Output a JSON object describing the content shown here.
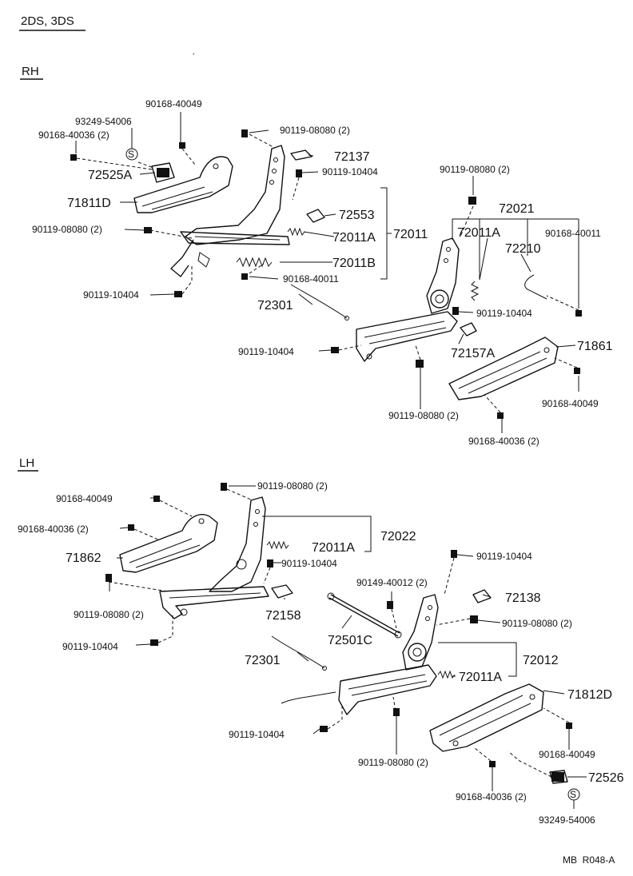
{
  "header": {
    "model": "2DS, 3DS"
  },
  "sections": {
    "rh": "RH",
    "lh": "LH"
  },
  "footer": {
    "code": "MB  R048-A"
  },
  "rh_labels": {
    "p90168_40049": "90168-40049",
    "p93249_54006": "93249-54006",
    "p90168_40036": "90168-40036 (2)",
    "s_symbol": "S",
    "p72525A": "72525A",
    "p71811D": "71811D",
    "p90119_08080_left": "90119-08080 (2)",
    "p90119_10404_left": "90119-10404",
    "p90119_08080_top": "90119-08080 (2)",
    "p72137": "72137",
    "p90119_10404_top": "90119-10404",
    "p72553": "72553",
    "p72011A": "72011A",
    "p72011": "72011",
    "p72011B": "72011B",
    "p90168_40011": "90168-40011",
    "p72301": "72301",
    "p90119_08080_right": "90119-08080 (2)",
    "p72021": "72021",
    "p72011A_right": "72011A",
    "p90168_40011_right": "90168-40011",
    "p72210": "72210",
    "p90119_10404_right": "90119-10404",
    "p72157A": "72157A",
    "p71861": "71861",
    "p90119_10404_bottom": "90119-10404",
    "p90168_40049_right": "90168-40049",
    "p90119_08080_bottom": "90119-08080 (2)",
    "p90168_40036_right": "90168-40036 (2)"
  },
  "lh_labels": {
    "p90119_08080_top": "90119-08080 (2)",
    "p90168_40049": "90168-40049",
    "p90168_40036": "90168-40036 (2)",
    "p72022": "72022",
    "p72011A": "72011A",
    "p71862": "71862",
    "p90119_10404_mid": "90119-10404",
    "p72158": "72158",
    "p90119_08080_left": "90119-08080 (2)",
    "p90119_10404_left": "90119-10404",
    "p72301": "72301",
    "p90119_10404_right": "90119-10404",
    "p90149_40012": "90149-40012 (2)",
    "p72138": "72138",
    "p90119_08080_right": "90119-08080 (2)",
    "p72501C": "72501C",
    "p72012": "72012",
    "p72011A_right": "72011A",
    "p71812D": "71812D",
    "p90119_10404_bottom": "90119-10404",
    "p90168_40049_bottom": "90168-40049",
    "p90119_08080_bottom": "90119-08080 (2)",
    "p72526": "72526",
    "p90168_40036_bottom": "90168-40036 (2)",
    "s_symbol": "S",
    "p93249_54006": "93249-54006"
  }
}
